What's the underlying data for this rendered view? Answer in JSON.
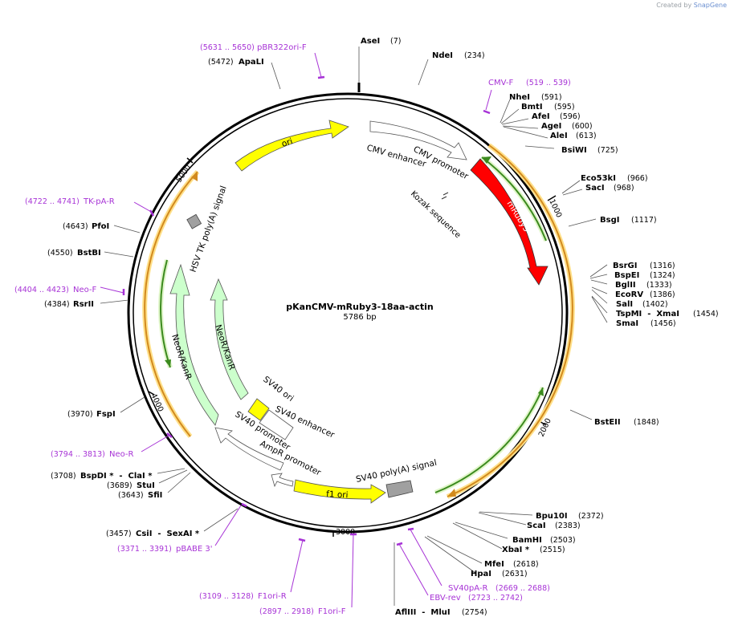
{
  "credit": {
    "prefix": "Created by",
    "brand": "SnapGene"
  },
  "plasmid": {
    "name": "pKanCMV-mRuby3-18aa-actin",
    "length": "5786 bp",
    "total_bp": 5786
  },
  "ticks": [
    "1000",
    "2000",
    "3000",
    "4000",
    "5000"
  ],
  "sites": [
    {
      "name": "AseI",
      "pos": "(7)"
    },
    {
      "name": "NdeI",
      "pos": "(234)"
    },
    {
      "name": "NheI",
      "pos": "(591)"
    },
    {
      "name": "BmtI",
      "pos": "(595)"
    },
    {
      "name": "AfeI",
      "pos": "(596)"
    },
    {
      "name": "AgeI",
      "pos": "(600)"
    },
    {
      "name": "AleI",
      "pos": "(613)"
    },
    {
      "name": "BsiWI",
      "pos": "(725)"
    },
    {
      "name": "Eco53kI",
      "pos": "(966)"
    },
    {
      "name": "SacI",
      "pos": "(968)"
    },
    {
      "name": "BsgI",
      "pos": "(1117)"
    },
    {
      "name": "BsrGI",
      "pos": "(1316)"
    },
    {
      "name": "BspEI",
      "pos": "(1324)"
    },
    {
      "name": "BglII",
      "pos": "(1333)"
    },
    {
      "name": "EcoRV",
      "pos": "(1386)"
    },
    {
      "name": "SalI",
      "pos": "(1402)"
    },
    {
      "name": "TspMI  -  XmaI",
      "pos": "(1454)"
    },
    {
      "name": "SmaI",
      "pos": "(1456)"
    },
    {
      "name": "BstEII",
      "pos": "(1848)"
    },
    {
      "name": "Bpu10I",
      "pos": "(2372)"
    },
    {
      "name": "ScaI",
      "pos": "(2383)"
    },
    {
      "name": "BamHI",
      "pos": "(2503)"
    },
    {
      "name": "XbaI *",
      "pos": "(2515)"
    },
    {
      "name": "MfeI",
      "pos": "(2618)"
    },
    {
      "name": "HpaI",
      "pos": "(2631)"
    },
    {
      "name": "AflIII  -  MluI",
      "pos": "(2754)"
    },
    {
      "name": "CsiI  -  SexAI *",
      "pos": "(3457)"
    },
    {
      "name": "SfiI",
      "pos": "(3643)"
    },
    {
      "name": "StuI",
      "pos": "(3689)"
    },
    {
      "name": "BspDI *  -  ClaI *",
      "pos": "(3708)"
    },
    {
      "name": "FspI",
      "pos": "(3970)"
    },
    {
      "name": "RsrII",
      "pos": "(4384)"
    },
    {
      "name": "BstBI",
      "pos": "(4550)"
    },
    {
      "name": "PfoI",
      "pos": "(4643)"
    },
    {
      "name": "ApaLI",
      "pos": "(5472)"
    }
  ],
  "primers": [
    {
      "name": "pBR322ori-F",
      "range": "(5631 .. 5650)"
    },
    {
      "name": "CMV-F",
      "range": "(519 .. 539)"
    },
    {
      "name": "TK-pA-R",
      "range": "(4722 .. 4741)"
    },
    {
      "name": "Neo-F",
      "range": "(4404 .. 4423)"
    },
    {
      "name": "Neo-R",
      "range": "(3794 .. 3813)"
    },
    {
      "name": "pBABE 3'",
      "range": "(3371 .. 3391)"
    },
    {
      "name": "F1ori-R",
      "range": "(3109 .. 3128)"
    },
    {
      "name": "F1ori-F",
      "range": "(2897 .. 2918)"
    },
    {
      "name": "SV40pA-R",
      "range": "(2669 .. 2688)"
    },
    {
      "name": "EBV-rev",
      "range": "(2723 .. 2742)"
    }
  ],
  "features": {
    "ori": "ori",
    "cmv_enhancer": "CMV enhancer",
    "cmv_promoter": "CMV promoter",
    "kozak": "Kozak sequence",
    "mruby3": "mRuby3",
    "hsv_tk": "HSV TK poly(A) signal",
    "neor_outer": "NeoR/KanR",
    "neor_inner": "NeoR/KanR",
    "sv40_ori": "SV40 ori",
    "sv40_enh": "SV40 enhancer",
    "sv40_prom": "SV40 promoter",
    "ampr_prom": "AmpR promoter",
    "f1_ori": "f1 ori",
    "sv40_polya": "SV40 poly(A) signal"
  },
  "colors": {
    "backbone": "#000000",
    "ori": "#ffff00",
    "mruby3": "#ff0000",
    "neor": "#ccffcc",
    "promoter": "#ffffff",
    "polya": "#a0a0a0",
    "primer": "#a733d6",
    "orf_orange": "#d28a1e",
    "orf_green": "#3b8a1e",
    "orf_glow": "#ffe08a"
  }
}
